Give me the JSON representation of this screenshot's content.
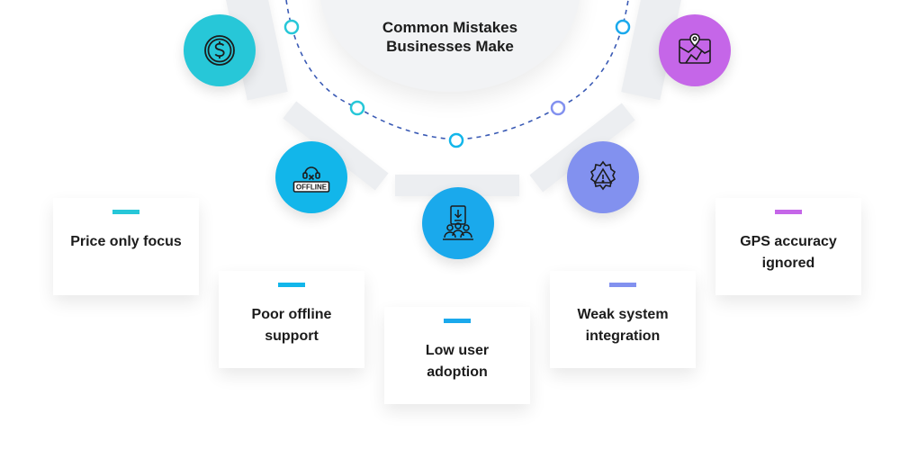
{
  "title": {
    "line1": "Common Mistakes",
    "line2": "Businesses Make"
  },
  "items": [
    {
      "label": "Price only focus",
      "color": "#27c7d8",
      "icon": "dollar-coin-icon"
    },
    {
      "label": "Poor offline support",
      "color": "#12b6ea",
      "icon": "offline-headset-icon",
      "badge": "OFFLINE"
    },
    {
      "label": "Low user adoption",
      "color": "#1aa9ec",
      "icon": "user-group-download-icon"
    },
    {
      "label": "Weak system integration",
      "color": "#8291ef",
      "icon": "gear-warning-icon"
    },
    {
      "label": "GPS accuracy ignored",
      "color": "#c566e8",
      "icon": "map-pin-icon"
    }
  ],
  "arc": {
    "color": "#3b5bb5",
    "node_colors": [
      "#27c7d8",
      "#27c7d8",
      "#12b6ea",
      "#8291ef",
      "#1aa9ec"
    ]
  }
}
